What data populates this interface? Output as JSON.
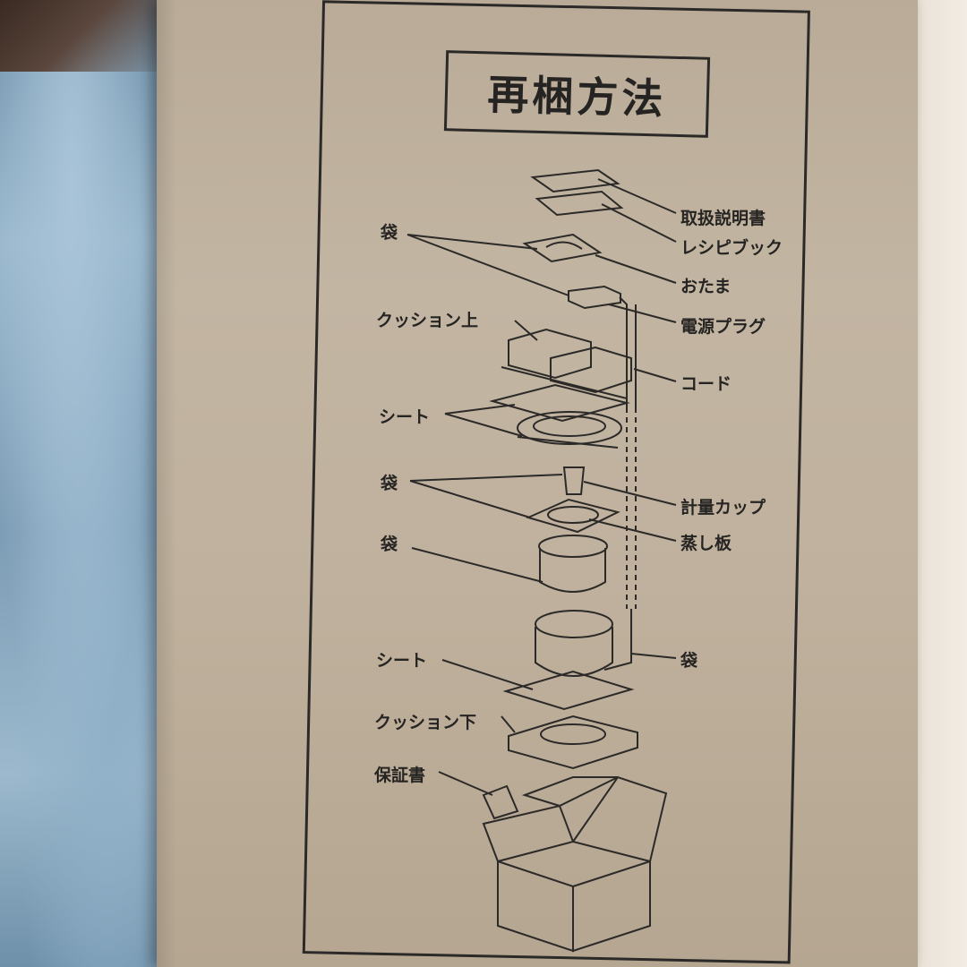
{
  "title": "再梱方法",
  "labels": {
    "manual": "取扱説明書",
    "recipe_book": "レシピブック",
    "ladle": "おたま",
    "power_plug": "電源プラグ",
    "cord": "コード",
    "measuring_cup": "計量カップ",
    "steam_plate": "蒸し板",
    "bag_right": "袋",
    "bag_top": "袋",
    "cushion_top": "クッション上",
    "sheet_upper": "シート",
    "bag_middle": "袋",
    "bag_lower": "袋",
    "sheet_lower": "シート",
    "cushion_bottom": "クッション下",
    "warranty": "保証書"
  },
  "colors": {
    "cardboard": "#c2b5a2",
    "ink": "#262422",
    "cloth": "#8fb0c8"
  }
}
